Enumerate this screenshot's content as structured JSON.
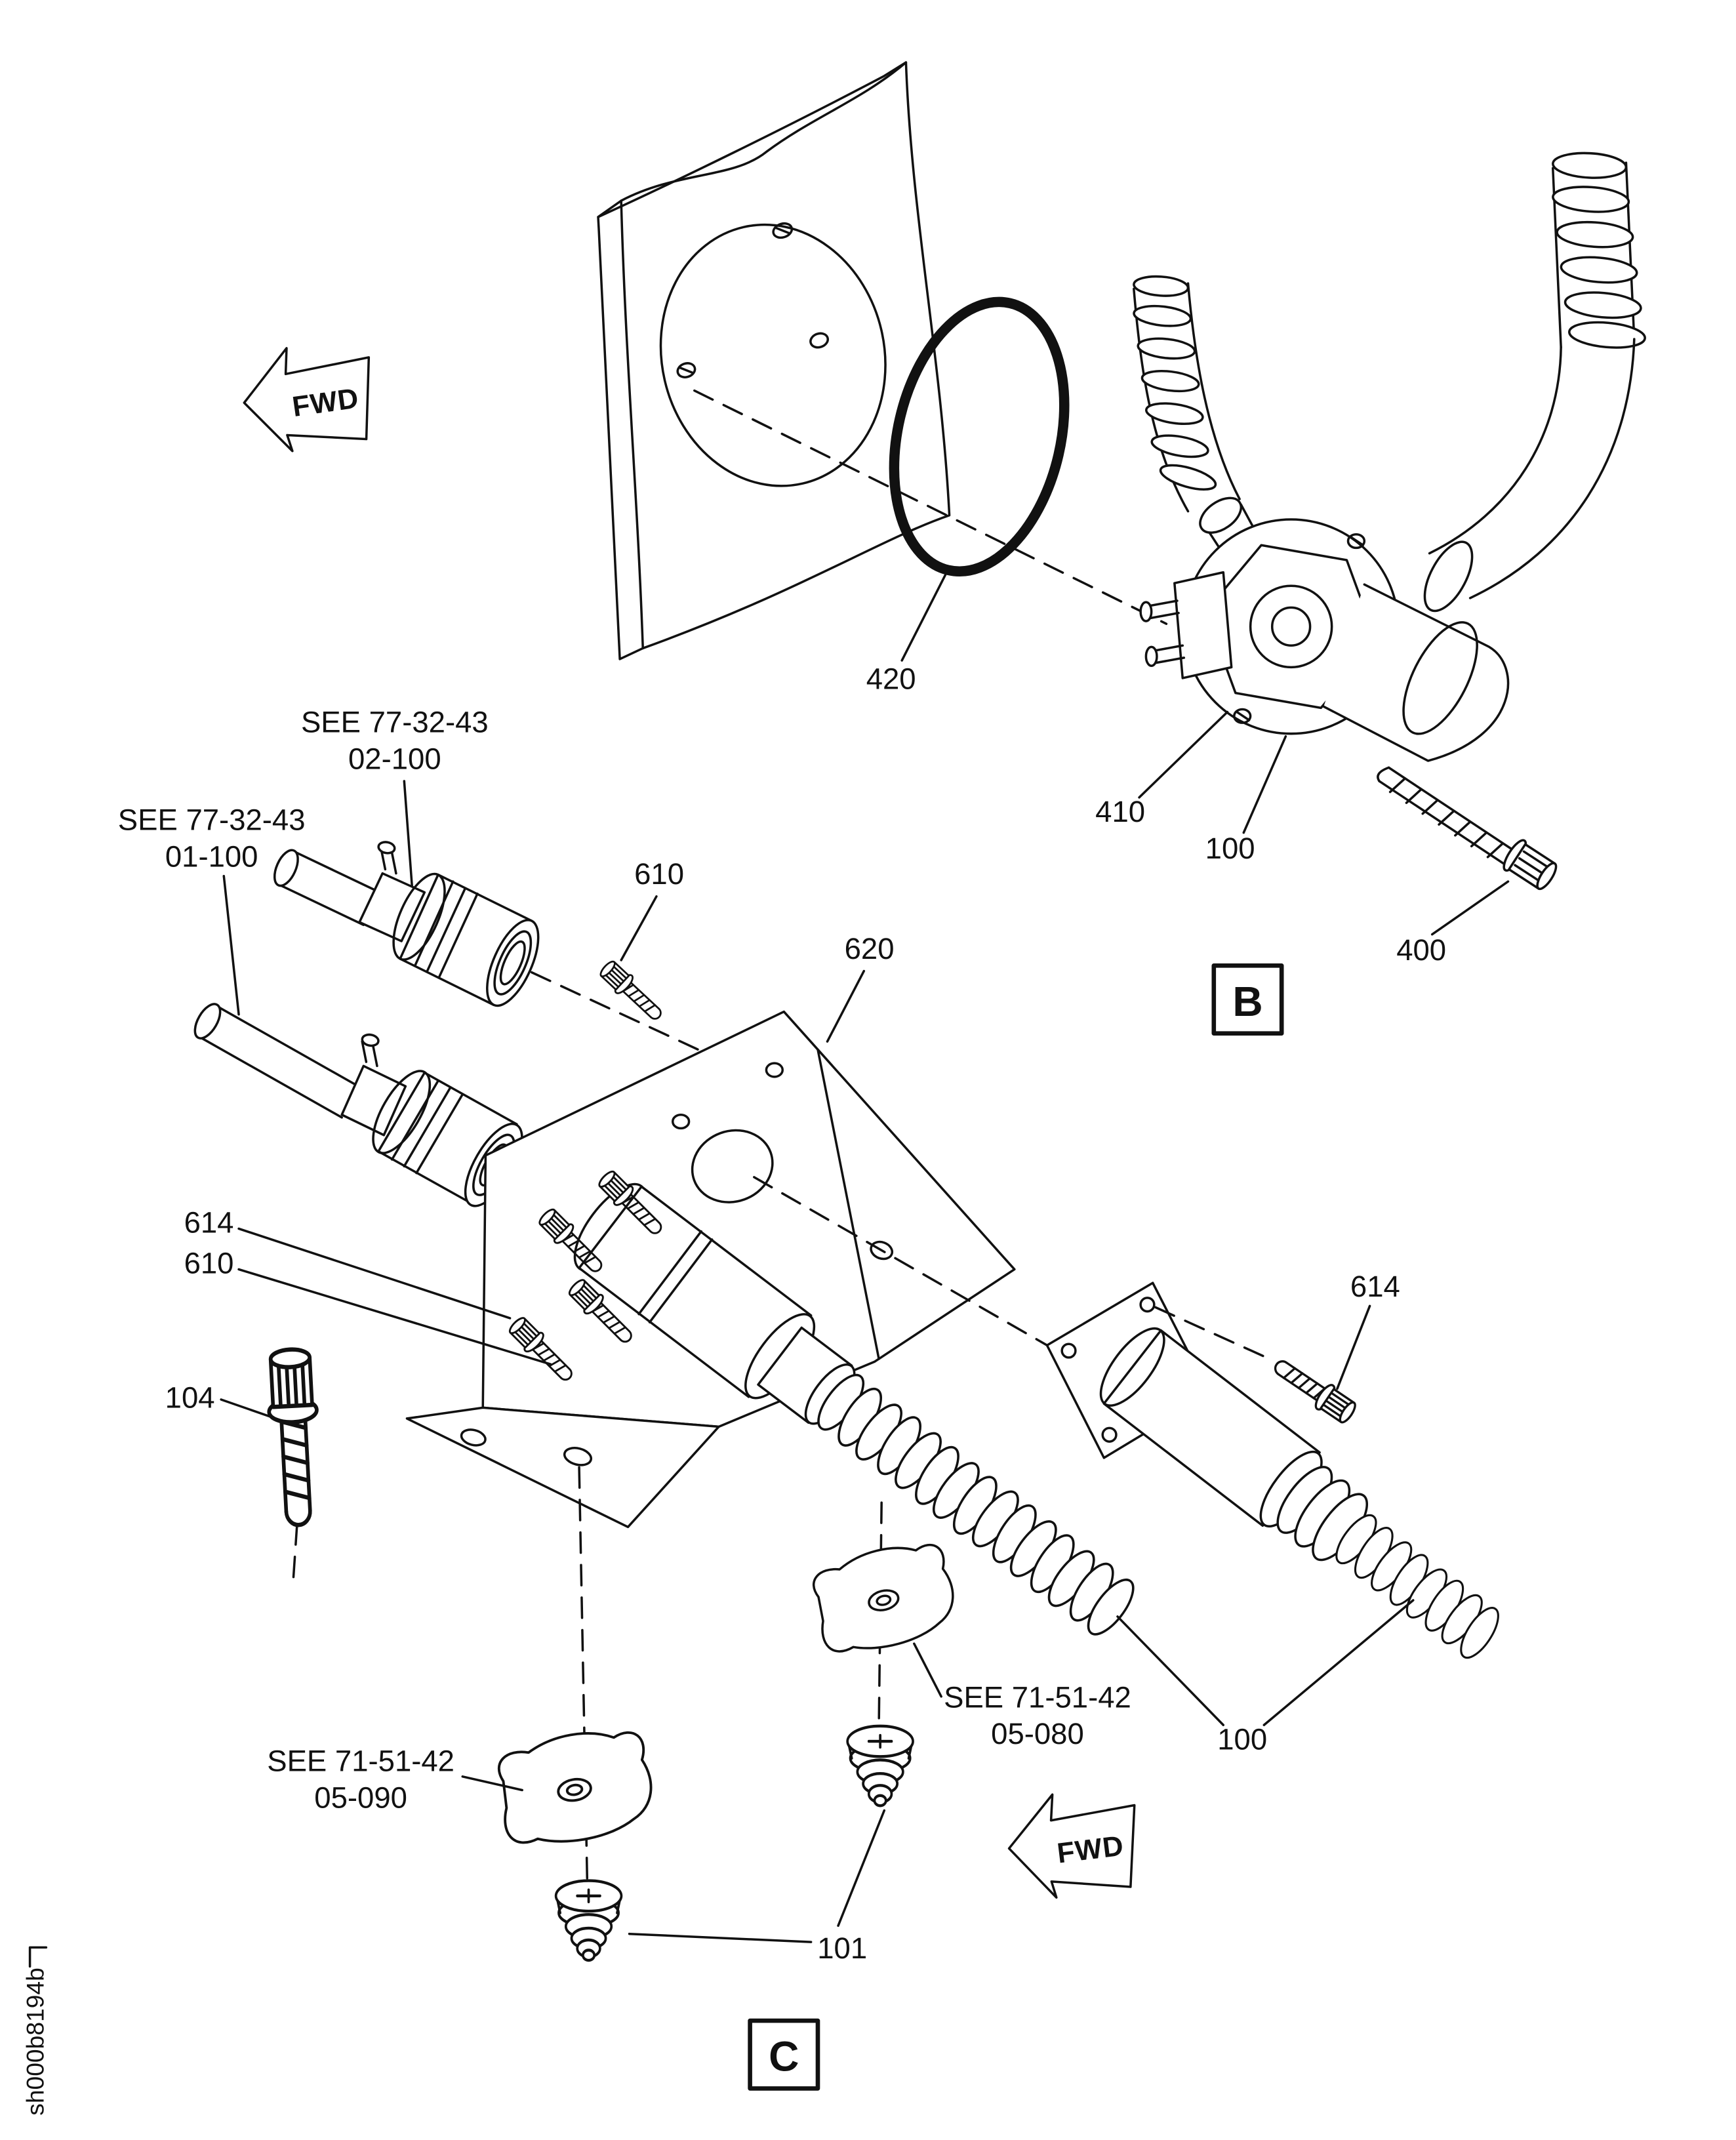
{
  "doc": {
    "sheet_code": "sh000b8194b",
    "background": "#ffffff",
    "ink": "#111111"
  },
  "arrows": {
    "top": "FWD",
    "bottom": "FWD"
  },
  "views": {
    "b": "B",
    "c": "C"
  },
  "callouts": {
    "c420": "420",
    "c410": "410",
    "c100_top": "100",
    "c400": "400",
    "c610_top": "610",
    "c620": "620",
    "c614_left": "614",
    "c610_left": "610",
    "c104": "104",
    "c614_right": "614",
    "c100_bottom": "100",
    "c101": "101"
  },
  "references": {
    "r1_line1": "SEE 77-32-43",
    "r1_line2": "02-100",
    "r2_line1": "SEE 77-32-43",
    "r2_line2": "01-100",
    "r3_line1": "SEE 71-51-42",
    "r3_line2": "05-080",
    "r4_line1": "SEE 71-51-42",
    "r4_line2": "05-090"
  }
}
